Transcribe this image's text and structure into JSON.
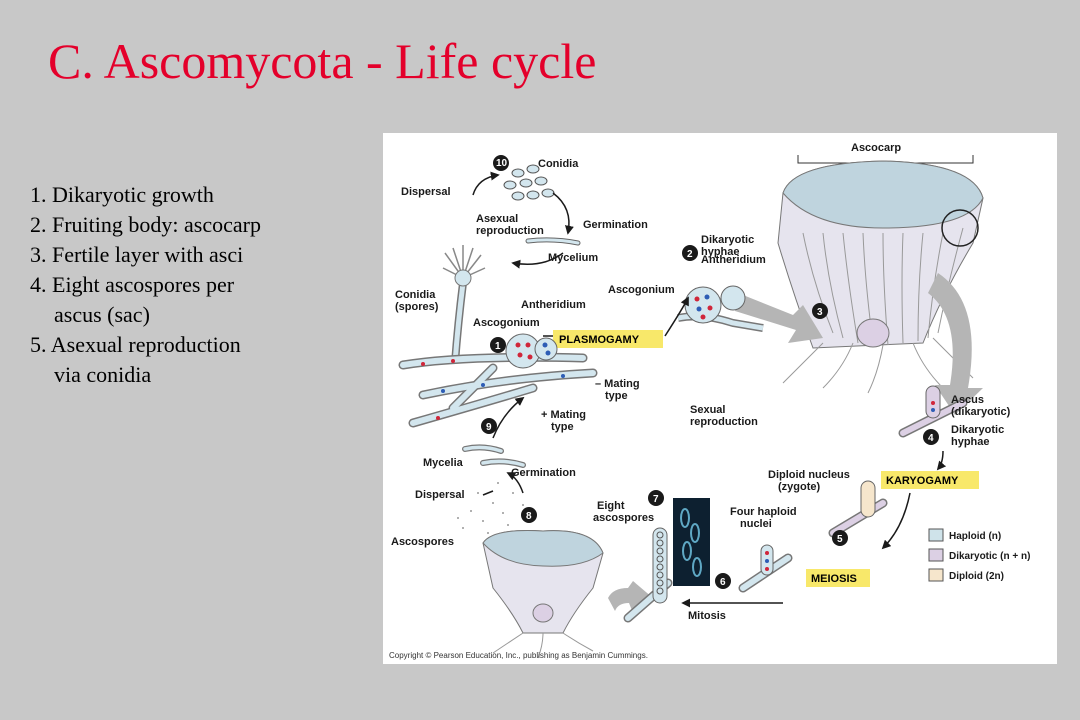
{
  "slide": {
    "title": "C. Ascomycota - Life cycle",
    "bullets": [
      {
        "line1": "1. Dikaryotic growth",
        "line2": ""
      },
      {
        "line1": "2. Fruiting body: ascocarp",
        "line2": ""
      },
      {
        "line1": "3. Fertile layer with asci",
        "line2": ""
      },
      {
        "line1": "4. Eight ascospores per",
        "line2": "ascus (sac)"
      },
      {
        "line1": "5. Asexual reproduction",
        "line2": "via conidia"
      }
    ]
  },
  "diagram": {
    "labels": {
      "ascocarp": "Ascocarp",
      "conidia": "Conidia",
      "dispersal_top": "Dispersal",
      "asexual_1": "Asexual",
      "asexual_2": "reproduction",
      "germination_top": "Germination",
      "mycelium": "Mycelium",
      "dikaryotic_hyphae_top_1": "Dikaryotic",
      "dikaryotic_hyphae_top_2": "hyphae",
      "antheridium_right": "Antheridium",
      "ascogonium_right": "Ascogonium",
      "conidia_spores_1": "Conidia",
      "conidia_spores_2": "(spores)",
      "antheridium_left": "Antheridium",
      "ascogonium_left": "Ascogonium",
      "minus_mating_1": "– Mating",
      "minus_mating_2": "type",
      "plus_mating_1": "+ Mating",
      "plus_mating_2": "type",
      "sexual_1": "Sexual",
      "sexual_2": "reproduction",
      "ascus_1": "Ascus",
      "ascus_2": "(dikaryotic)",
      "dikaryotic_hyphae_right_1": "Dikaryotic",
      "dikaryotic_hyphae_right_2": "hyphae",
      "mycelia": "Mycelia",
      "germination_bottom": "Germination",
      "diploid_nucleus_1": "Diploid nucleus",
      "diploid_nucleus_2": "(zygote)",
      "dispersal_bottom": "Dispersal",
      "eight_ascospores_1": "Eight",
      "eight_ascospores_2": "ascospores",
      "four_haploid_1": "Four haploid",
      "four_haploid_2": "nuclei",
      "ascospores": "Ascospores",
      "mitosis": "Mitosis",
      "copyright": "Copyright © Pearson Education, Inc., publishing as Benjamin Cummings."
    },
    "stages": {
      "plasmogamy": "PLASMOGAMY",
      "karyogamy": "KARYOGAMY",
      "meiosis": "MEIOSIS"
    },
    "steps": [
      "1",
      "2",
      "3",
      "4",
      "5",
      "6",
      "7",
      "8",
      "9",
      "10"
    ],
    "legend": [
      {
        "label": "Haploid (n)",
        "color": "#cfe3ea"
      },
      {
        "label": "Dikaryotic (n + n)",
        "color": "#dcd0e4"
      },
      {
        "label": "Diploid (2n)",
        "color": "#f6e6cc"
      }
    ],
    "colors": {
      "title_red": "#e4002b",
      "stage_yellow": "#f8e86a",
      "hypha_blue": "#d3e6ee",
      "nucleus_red": "#d0263a",
      "nucleus_blue": "#2e5db5"
    }
  }
}
